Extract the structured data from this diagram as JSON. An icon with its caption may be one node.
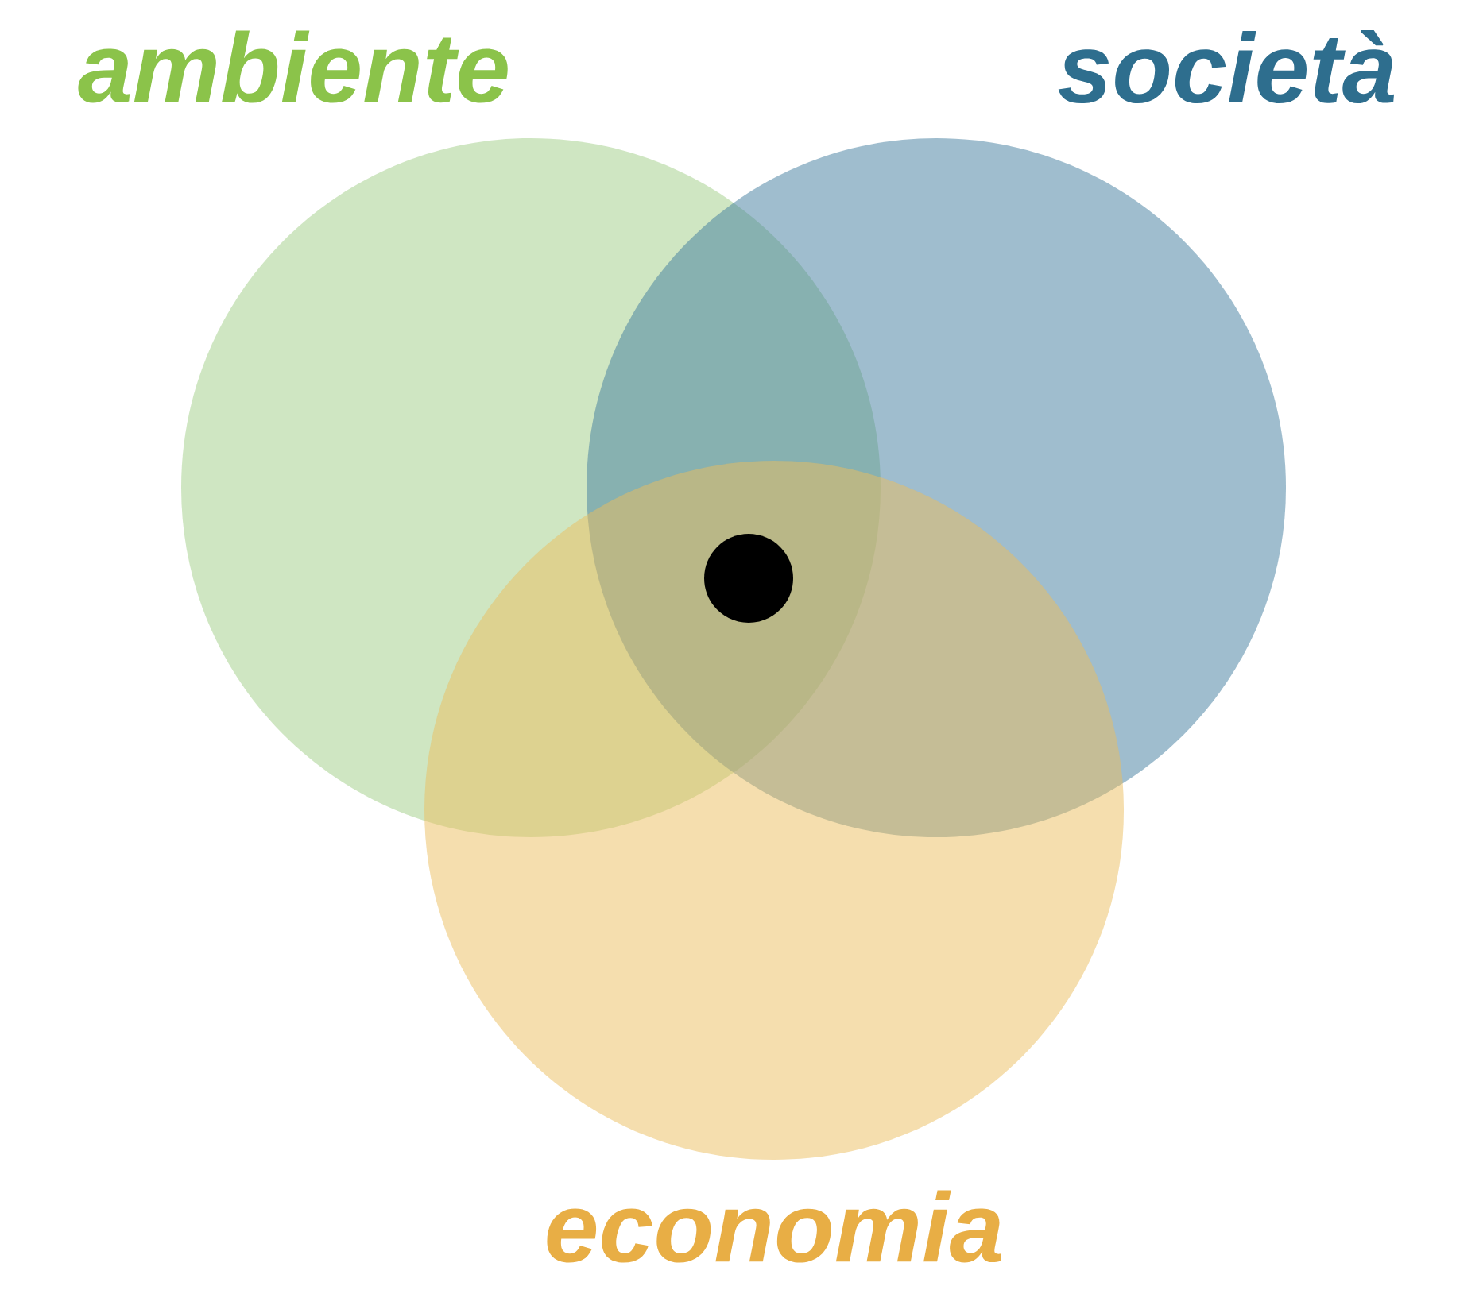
{
  "diagram": {
    "nodes": [
      {
        "text": [
          "ambiente"
        ]
      },
      {
        "text": [
          "società"
        ]
      },
      {
        "text": [
          "economia"
        ]
      },
      {
        "text": [],
        "shape": "circle"
      }
    ]
  }
}
